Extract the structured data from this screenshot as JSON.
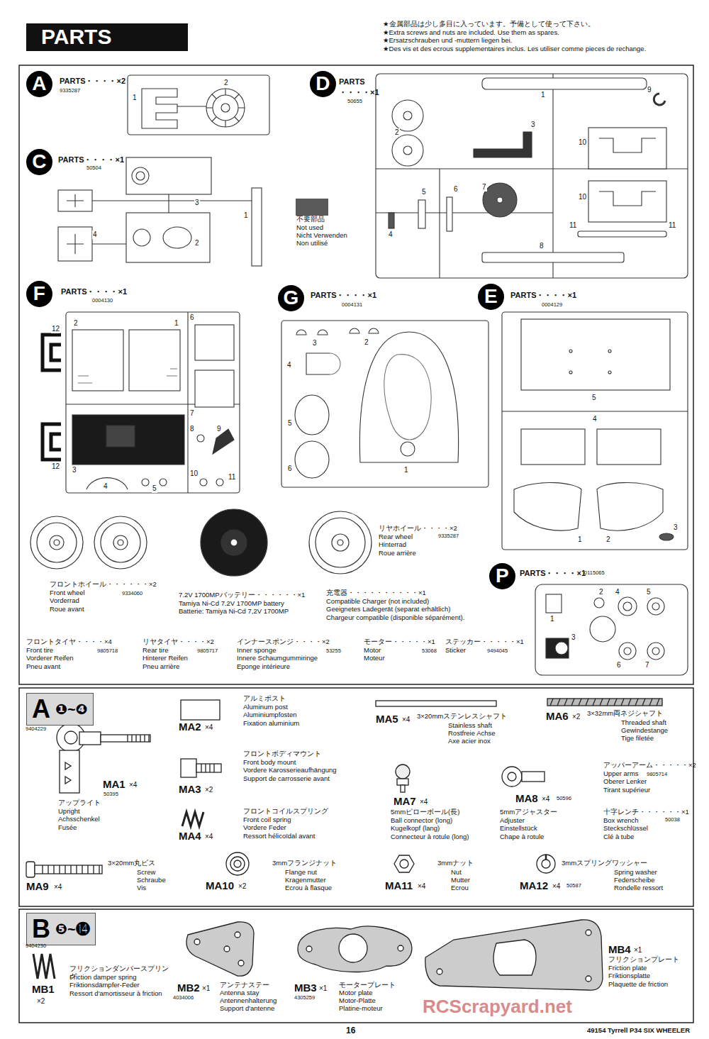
{
  "diagram": {
    "title": "PARTS",
    "nodes": [
      {
        "text": [
          "A"
        ]
      },
      {
        "text": [
          "D"
        ]
      },
      {
        "text": [
          "C"
        ]
      },
      {
        "text": [
          "F"
        ]
      },
      {
        "text": [
          "G"
        ]
      },
      {
        "text": [
          "E"
        ]
      },
      {
        "text": [
          "P"
        ]
      },
      {
        "text": [
          "A",
          "❶~❹"
        ]
      },
      {
        "text": [
          "B",
          "❺~⓮"
        ]
      }
    ],
    "labels": [
      "★金属部品は少し多目に入っています。予備として使って下さい。",
      "★Extra screws and nuts are included. Use them as spares.",
      "★Ersatzschrauben und -muttern liegen bei.",
      "★Des vis et des ecrous supplementaires inclus. Les utiliser comme pieces de rechange.",
      "PARTS・・・・×2",
      "9335287",
      "1",
      "2",
      "PARTS・・・・×1",
      "50504",
      "3",
      "1",
      "4",
      "2",
      "PARTS",
      "・・・・×1",
      "50655",
      "1",
      "9",
      "2",
      "3",
      "10",
      "10",
      "5",
      "6",
      "7",
      "4",
      "11",
      "11",
      "8",
      "Not used",
      "Nicht Verwenden",
      "Non utilisé",
      "PARTS・・・・×1",
      "0004130",
      "12",
      "2",
      "1",
      "6",
      "7",
      "12",
      "3",
      "8",
      "9",
      "4",
      "5",
      "10",
      "11",
      "PARTS・・・・×1",
      "0004131",
      "3",
      "2",
      "4",
      "5",
      "6",
      "1",
      "PARTS・・・・×1",
      "0004129",
      "5",
      "4",
      "3",
      "1",
      "2",
      "フロントホイール・・・・・・×2",
      "Front wheel",
      "Vorderrad",
      "Roue avant",
      "9334060",
      "7.2V 1700MPバッテリー・・・・・・×1",
      "Tamiya Ni-Cd 7.2V 1700MP battery",
      "Batterie: Tamiya Ni-Cd 7,2V 1700MP",
      "リヤホイール・・・・×2",
      "Rear wheel",
      "Hinterrad",
      "Roue arrière",
      "9335287",
      "充電器・・・・・・・・・・×1",
      "Compatible Charger (not included)",
      "Geeignetes Ladegerät (separat erhältlich)",
      "Chargeur compatible (disponible séparément).",
      "PARTS・・・・×1",
      "0115065",
      "2",
      "4",
      "5",
      "1",
      "3",
      "6",
      "7",
      "フロントタイヤ・・・・×4",
      "Front tire",
      "Vorderer Reifen",
      "Pneu avant",
      "9805718",
      "リヤタイヤ・・・・×2",
      "Rear tire",
      "Hinterer Reifen",
      "Pneu arrière",
      "9805717",
      "インナースポンジ・・・・×2",
      "Inner sponge",
      "Innere Schaumgummiringe",
      "Eponge intérieure",
      "53255",
      "モーター・・・・・×1",
      "Motor",
      "Moteur",
      "53068",
      "ステッカー・・・・・×1",
      "Sticker",
      "9494045",
      "9404229",
      "MA1",
      "×4",
      "50395",
      "アップライト",
      "Upright",
      "Achsschenkel",
      "Fusée",
      "MA2",
      "×4",
      "アルミポスト",
      "Aluminum post",
      "Aluminiumpfosten",
      "Fixation aluminium",
      "MA3",
      "×2",
      "フロントボディマウント",
      "Front body mount",
      "Vordere Karosserieaufhängung",
      "Support de carrosserie avant",
      "MA4",
      "×4",
      "フロントコイルスプリング",
      "Front coil spring",
      "Vordere Feder",
      "Ressort hélicoïdal avant",
      "MA5",
      "×4",
      "3×20mmステンレスシャフト",
      "Stainless shaft",
      "Rostfreie Achse",
      "Axe acier inox",
      "MA6",
      "×2",
      "3×32mm両ネジシャフト",
      "Threaded shaft",
      "Gewindestange",
      "Tige filetée",
      "MA7",
      "×4",
      "5mmピローボール(長)",
      "Ball connector (long)",
      "Kugelkopf (lang)",
      "Connecteur à rotule (long)",
      "MA8",
      "×4",
      "50596",
      "5mmアジャスター",
      "Adjuster",
      "Einstellstück",
      "Chape à rotule",
      "アッパーアーム・・・・・×2",
      "Upper arms",
      "Oberer Lenker",
      "Tirant supérieur",
      "9805714",
      "十字レンチ・・・・・・×1",
      "Box wrench",
      "Steckschlüssel",
      "Clé à tube",
      "50038",
      "MA9",
      "×4",
      "3×20mm丸ビス",
      "Screw",
      "Schraube",
      "Vis",
      "MA10",
      "×2",
      "3mmフランジナット",
      "Flange nut",
      "Kragenmutter",
      "Ecrou à flasque",
      "MA11",
      "×4",
      "3mmナット",
      "Nut",
      "Mutter",
      "Ecrou",
      "MA12",
      "×4",
      "50587",
      "3mmスプリングワッシャー",
      "Spring washer",
      "Federscheibe",
      "Rondelle ressort",
      "9404230",
      "MB1",
      "×2",
      "フリクションダンパースプリング",
      "Friction damper spring",
      "Friktionsdämpfer-Feder",
      "Ressort d'amortisseur à friction",
      "MB2",
      "×1",
      "4034006",
      "アンテナステー",
      "Antenna stay",
      "Antennenhalterung",
      "Support d'antenne",
      "MB3",
      "×1",
      "4305259",
      "モータープレート",
      "Motor plate",
      "Motor-Platte",
      "Platine-moteur",
      "MB4",
      "×1",
      "フリクションプレート",
      "Friction plate",
      "Friktionsplatte",
      "Plaquette de friction",
      "RCScrapyard.net",
      "16",
      "49154 Tyrrell P34 SIX WHEELER"
    ],
    "legend": [
      {
        "text": "不要部品",
        "color": "#5a5a5a"
      }
    ]
  }
}
